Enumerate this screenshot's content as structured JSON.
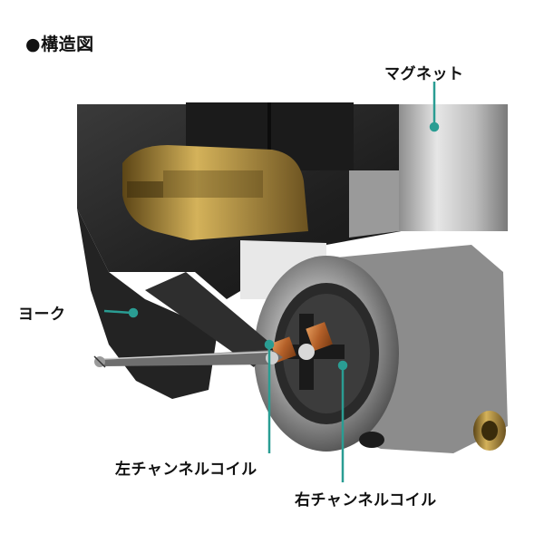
{
  "heading": "●構造図",
  "labels": {
    "magnet": "マグネット",
    "yoke": "ヨーク",
    "left_coil": "左チャンネルコイル",
    "right_coil": "右チャンネルコイル"
  },
  "colors": {
    "leader": "#2a9d93",
    "body_dark": "#2b2b2b",
    "magnet_silver": "#c9c9c9",
    "brass": "#b08a2e",
    "coil_copper": "#c8743a"
  }
}
